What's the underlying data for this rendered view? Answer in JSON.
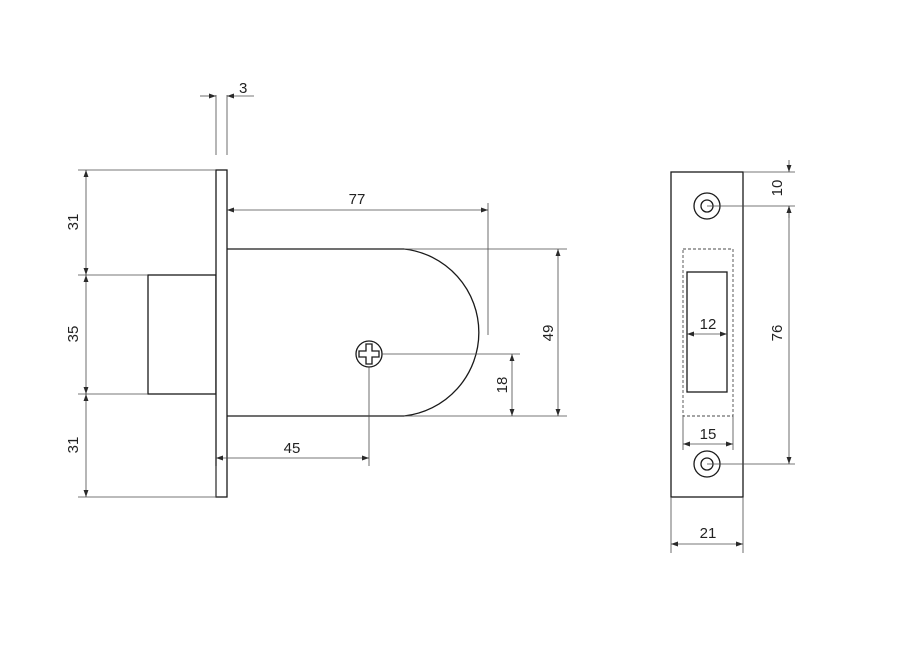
{
  "dimensions": {
    "plate_thickness": "3",
    "upper_offset": "31",
    "bolt_height": "35",
    "lower_offset": "31",
    "body_length": "77",
    "body_height": "49",
    "screw_offset": "18",
    "backset": "45",
    "strike_hole_offset": "10",
    "strike_hole_spacing": "76",
    "strike_opening_width": "12",
    "strike_recess_width": "15",
    "strike_plate_width": "21"
  },
  "colors": {
    "line": "#1a1a1a",
    "dimension_line": "#4a4a4a",
    "background": "#ffffff"
  }
}
